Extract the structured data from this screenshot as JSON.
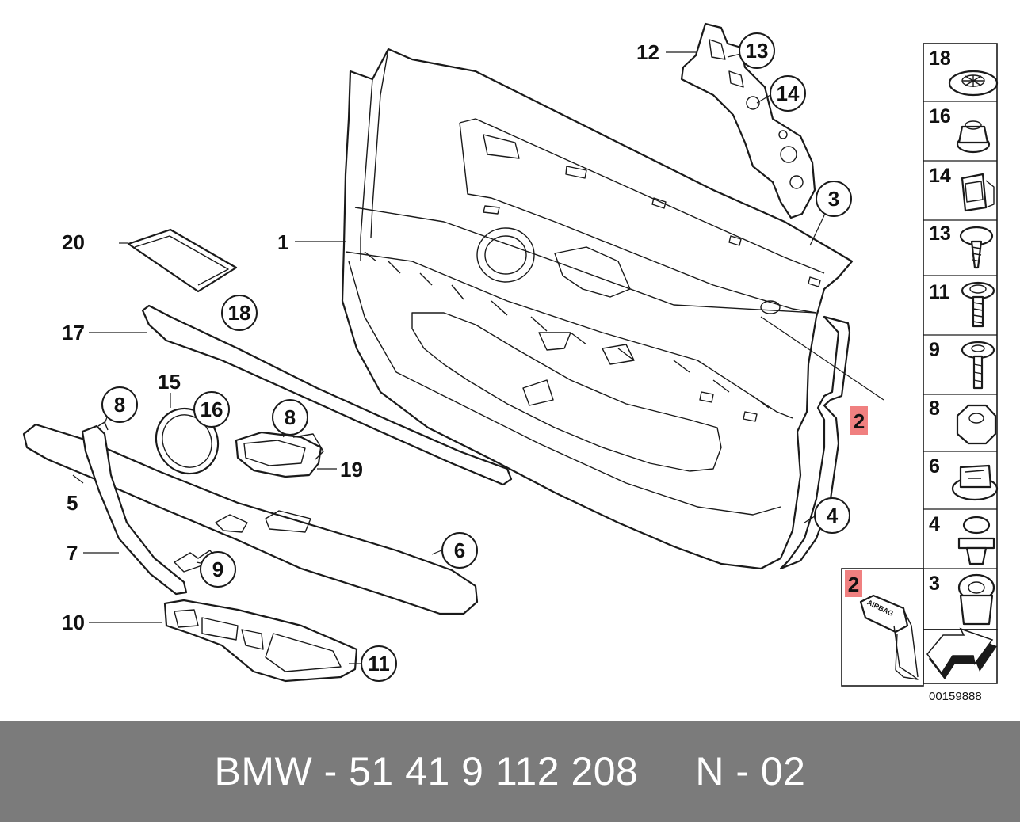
{
  "diagram": {
    "callouts": {
      "c1": "1",
      "c2": "2",
      "c3": "3",
      "c4": "4",
      "c5": "5",
      "c6": "6",
      "c7": "7",
      "c8a": "8",
      "c8b": "8",
      "c9": "9",
      "c10": "10",
      "c11": "11",
      "c12": "12",
      "c13": "13",
      "c14": "14",
      "c15": "15",
      "c16": "16",
      "c17": "17",
      "c18": "18",
      "c19": "19",
      "c20": "20"
    },
    "side_panel": {
      "items": [
        "18",
        "16",
        "14",
        "13",
        "11",
        "9",
        "8",
        "6",
        "4",
        "3"
      ]
    },
    "inset_label": "2",
    "airbag_text": "AIRBAG",
    "drawing_code": "00159888"
  },
  "footer": {
    "text": "BMW - 51 41 9 112 208     N - 02"
  },
  "colors": {
    "footer_bg": "#7b7b7b",
    "highlight": "#f08080",
    "line": "#1a1a1a"
  }
}
